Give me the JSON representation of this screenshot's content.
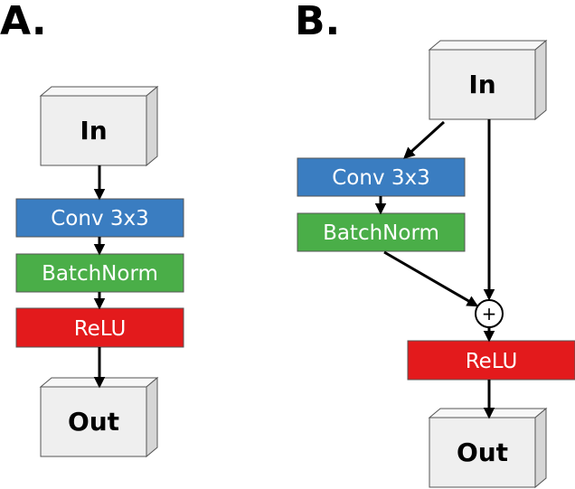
{
  "panels": {
    "a": {
      "label": "A.",
      "input": "In",
      "conv": "Conv 3x3",
      "batchnorm": "BatchNorm",
      "relu": "ReLU",
      "output": "Out"
    },
    "b": {
      "label": "B.",
      "input": "In",
      "conv": "Conv 3x3",
      "batchnorm": "BatchNorm",
      "add": "+",
      "relu": "ReLU",
      "output": "Out"
    }
  },
  "colors": {
    "conv": "#3a7dc1",
    "batchnorm": "#4aae48",
    "relu": "#e31a1c",
    "box_face": "#efefef",
    "box_top": "#f7f7f7",
    "box_side": "#d6d6d6"
  }
}
